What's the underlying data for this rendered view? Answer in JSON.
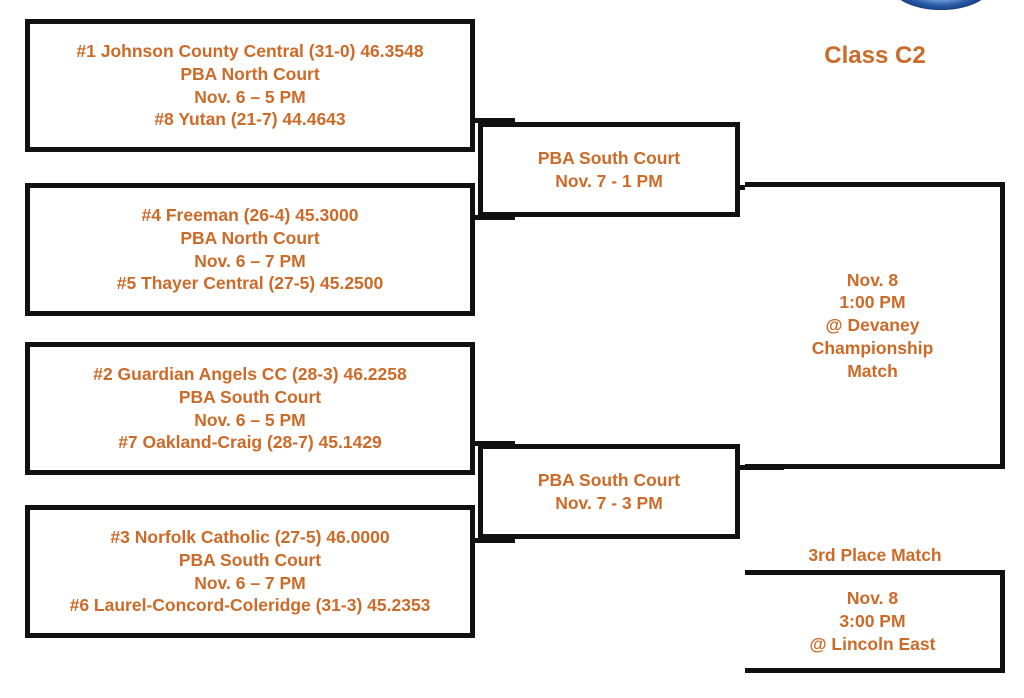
{
  "title": {
    "class_label": "Class C2",
    "third_place_label": "3rd Place Match"
  },
  "logo": {
    "name": "nsaa-logo",
    "shape": "ellipse-emblem",
    "color": "#1f4e9c"
  },
  "colors": {
    "text": "#CC6A28",
    "line": "#111111",
    "background": "#ffffff"
  },
  "round1": [
    {
      "id": "game-1",
      "top_team": "#1 Johnson County Central (31-0) 46.3548",
      "venue": "PBA North Court",
      "datetime": "Nov. 6 – 5 PM",
      "bottom_team": "#8 Yutan (21-7) 44.4643"
    },
    {
      "id": "game-2",
      "top_team": "#4 Freeman (26-4) 45.3000",
      "venue": "PBA North Court",
      "datetime": "Nov. 6 – 7 PM",
      "bottom_team": "#5 Thayer Central (27-5) 45.2500"
    },
    {
      "id": "game-3",
      "top_team": "#2 Guardian Angels CC (28-3) 46.2258",
      "venue": "PBA South Court",
      "datetime": "Nov. 6 – 5 PM",
      "bottom_team": "#7 Oakland-Craig (28-7) 45.1429"
    },
    {
      "id": "game-4",
      "top_team": "#3 Norfolk Catholic (27-5) 46.0000",
      "venue": "PBA South Court",
      "datetime": "Nov. 6 – 7 PM",
      "bottom_team": "#6 Laurel-Concord-Coleridge (31-3) 45.2353"
    }
  ],
  "round2": [
    {
      "id": "semifinal-1",
      "venue": "PBA South Court",
      "datetime": "Nov. 7 - 1 PM"
    },
    {
      "id": "semifinal-2",
      "venue": "PBA South Court",
      "datetime": "Nov. 7 - 3 PM"
    }
  ],
  "championship": {
    "id": "championship-match",
    "date": "Nov. 8",
    "time": "1:00 PM",
    "venue": "@ Devaney",
    "label_line1": "Championship",
    "label_line2": "Match"
  },
  "third_place": {
    "id": "third-place-match",
    "date": "Nov. 8",
    "time": "3:00 PM",
    "venue": "@ Lincoln East"
  }
}
